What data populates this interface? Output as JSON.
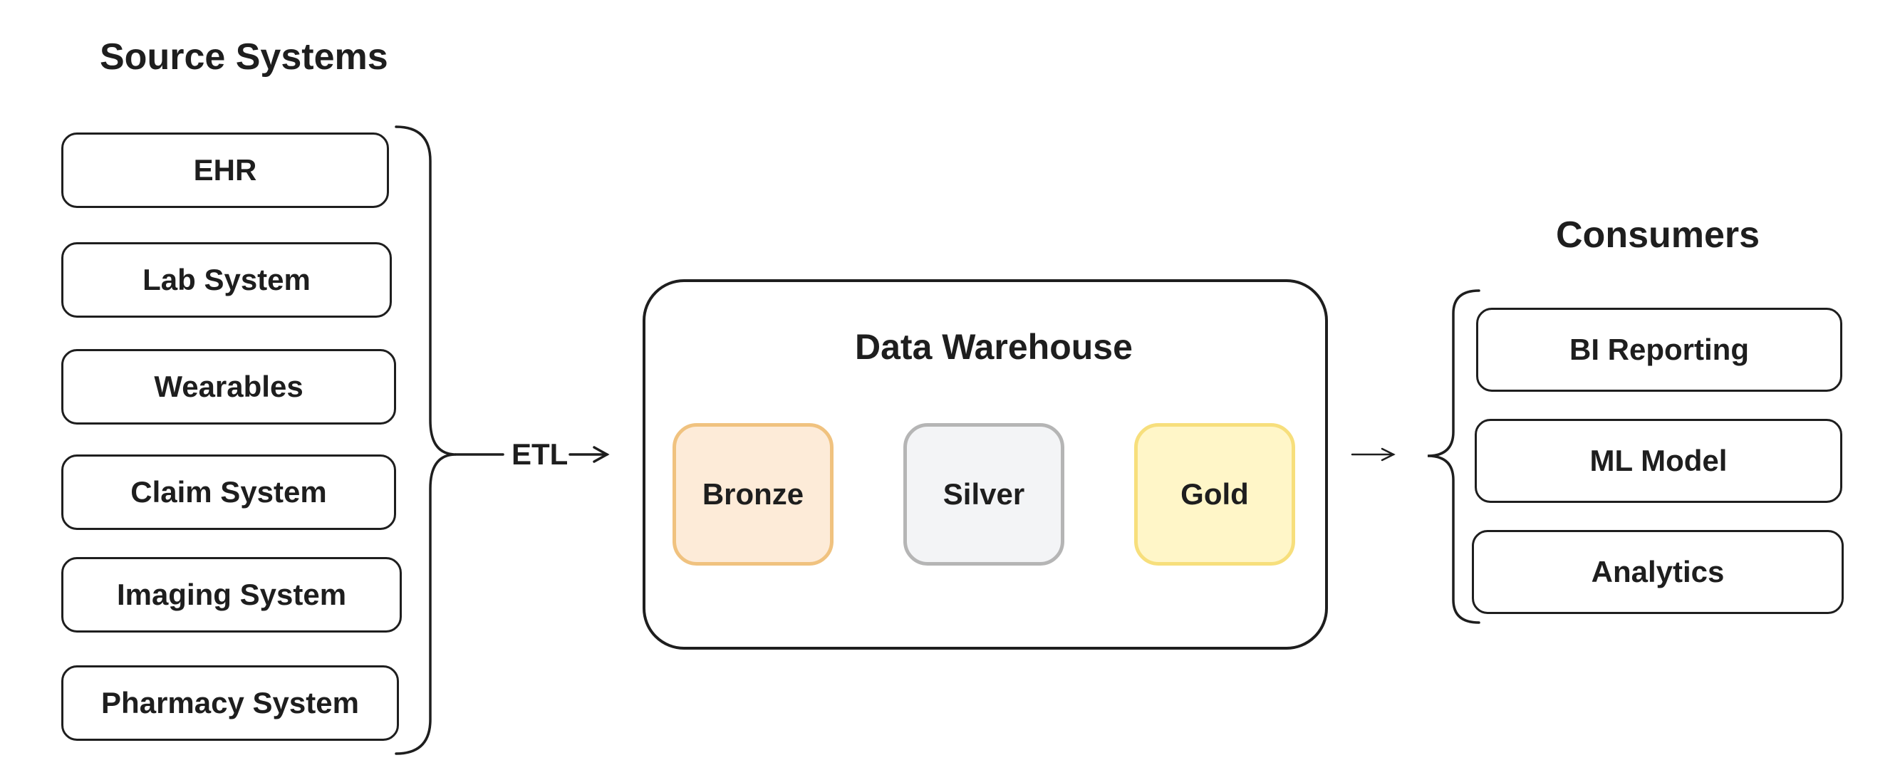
{
  "sources": {
    "heading": "Source Systems",
    "items": [
      {
        "label": "EHR"
      },
      {
        "label": "Lab System"
      },
      {
        "label": "Wearables"
      },
      {
        "label": "Claim System"
      },
      {
        "label": "Imaging System"
      },
      {
        "label": "Pharmacy System"
      }
    ]
  },
  "etl": {
    "label": "ETL"
  },
  "warehouse": {
    "title": "Data Warehouse",
    "layers": [
      {
        "label": "Bronze",
        "fill": "#fdebd8",
        "stroke": "#f0c27f"
      },
      {
        "label": "Silver",
        "fill": "#f3f4f6",
        "stroke": "#b5b5b5"
      },
      {
        "label": "Gold",
        "fill": "#fff6c8",
        "stroke": "#f7df7c"
      }
    ]
  },
  "consumers": {
    "heading": "Consumers",
    "items": [
      {
        "label": "BI Reporting"
      },
      {
        "label": "ML Model"
      },
      {
        "label": "Analytics"
      }
    ]
  }
}
